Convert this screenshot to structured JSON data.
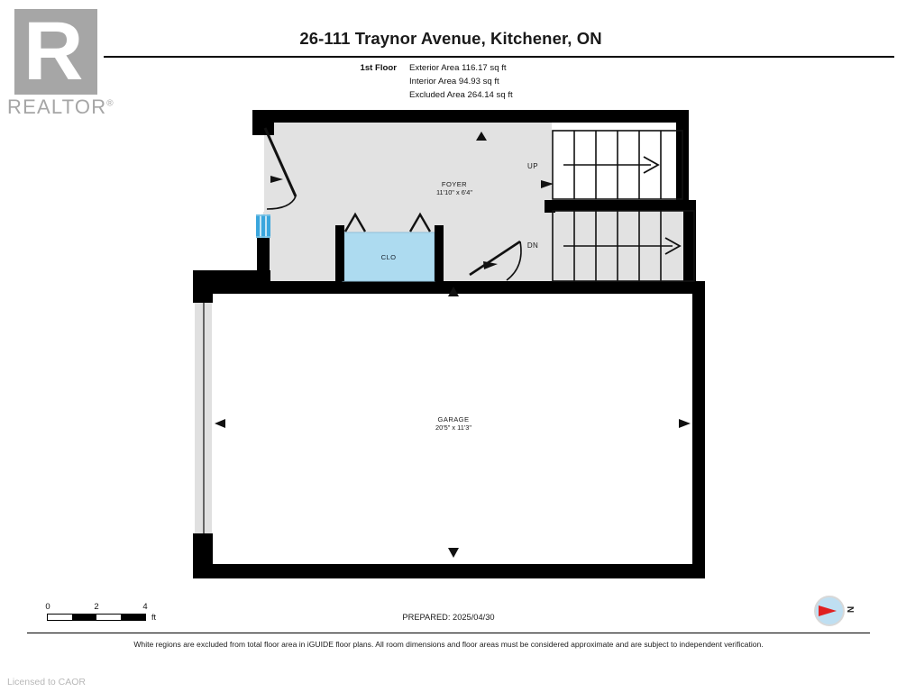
{
  "branding": {
    "logo_letter": "R",
    "logo_word": "REALTOR",
    "logo_registered": "®",
    "licensed_to": "Licensed to CAOR"
  },
  "header": {
    "title": "26-111 Traynor Avenue, Kitchener, ON",
    "floor_label": "1st Floor",
    "areas": [
      "Exterior Area 116.17 sq ft",
      "Interior Area 94.93 sq ft",
      "Excluded Area 264.14 sq ft"
    ]
  },
  "floorplan": {
    "rooms": [
      {
        "name": "FOYER",
        "dimensions": "11'10\" x 6'4\"",
        "fill": "#e2e2e2"
      },
      {
        "name": "CLO",
        "dimensions": "",
        "fill": "#addbf0"
      },
      {
        "name": "GARAGE",
        "dimensions": "20'5\" x 11'3\"",
        "fill": "#ffffff"
      }
    ],
    "stairs": [
      {
        "label": "UP",
        "direction": "right",
        "fill": "#ffffff"
      },
      {
        "label": "DN",
        "direction": "right",
        "fill": "#e2e2e2"
      }
    ],
    "colors": {
      "wall": "#000000",
      "included_fill": "#e2e2e2",
      "excluded_fill": "#ffffff",
      "closet_fill": "#addbf0",
      "window_blue": "#3aa6dd",
      "door_line": "#111111",
      "garage_door": "#e0e0e0"
    }
  },
  "scale": {
    "ticks": [
      "0",
      "2",
      "4"
    ],
    "unit": "ft"
  },
  "footer": {
    "prepared": "PREPARED: 2025/04/30",
    "disclaimer": "White regions are excluded from total floor area in iGUIDE floor plans. All room dimensions and floor areas must be considered approximate and are subject to independent verification."
  },
  "compass": {
    "north_label": "N"
  }
}
